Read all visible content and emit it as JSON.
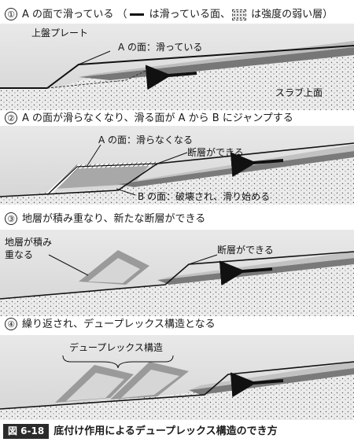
{
  "steps": [
    {
      "num": "①",
      "title_before": "A の面で滑っている （",
      "title_mid": " は滑っている面、",
      "title_after": " は強度の弱い層）",
      "labels": {
        "plate": "上盤プレート",
        "face_a": "A の面：滑っている",
        "slab": "スラブ上面"
      }
    },
    {
      "num": "②",
      "title": "A の面が滑らなくなり、滑る面が A から B にジャンプする",
      "labels": {
        "face_a": "A の面：滑らなくなる",
        "fault": "断層ができる",
        "face_b": "B の面：破壊され、滑り始める"
      }
    },
    {
      "num": "③",
      "title": "地層が積み重なり、新たな断層ができる",
      "labels": {
        "stack_1": "地層が積み",
        "stack_2": "重なる",
        "fault": "断層ができる"
      }
    },
    {
      "num": "④",
      "title": "繰り返され、デュープレックス構造となる",
      "labels": {
        "duplex": "デュープレックス構造"
      }
    }
  ],
  "caption": {
    "tag": "図 6-18",
    "text": "底付け作用によるデュープレックス構造のでき方"
  }
}
